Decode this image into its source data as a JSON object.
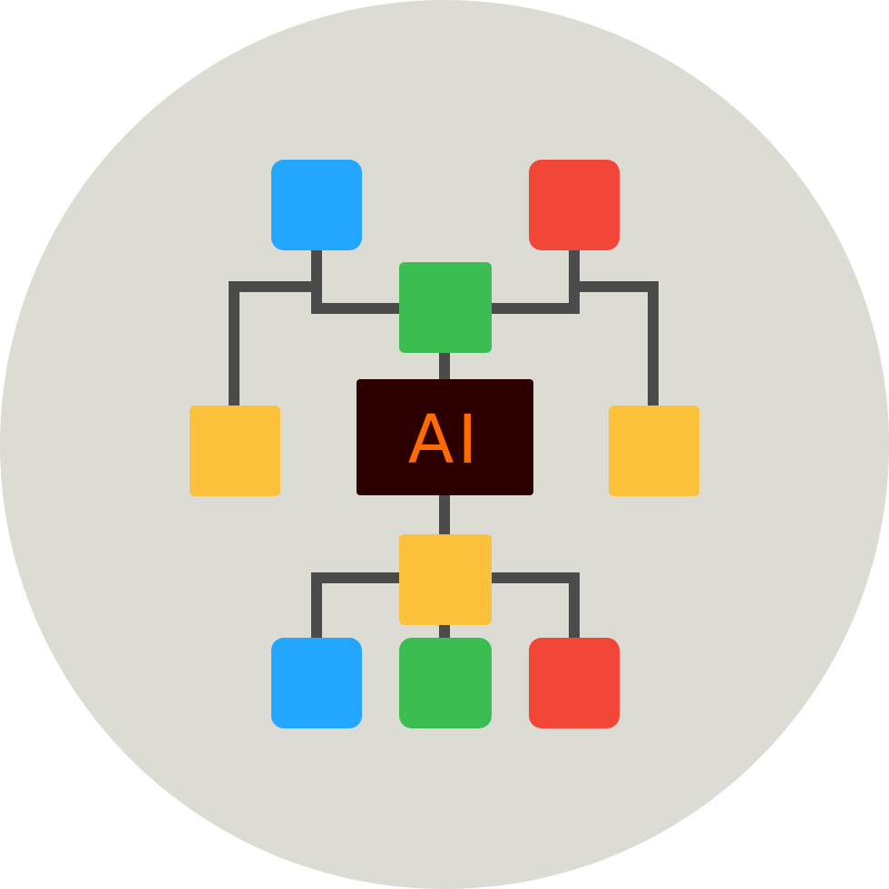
{
  "icon": {
    "name": "ai-network-diagram-icon",
    "center_label": "AI",
    "colors": {
      "background_circle": "#dcdcd5",
      "connector": "#4b4b4b",
      "ai_box": "#2c0000",
      "ai_text": "#ff6b00",
      "blue": "#23a6ff",
      "red": "#f24738",
      "green": "#3bbd51",
      "yellow": "#fbc13a"
    },
    "nodes": [
      {
        "id": "top-left",
        "color": "blue"
      },
      {
        "id": "top-right",
        "color": "red"
      },
      {
        "id": "upper-center",
        "color": "green"
      },
      {
        "id": "middle-left",
        "color": "yellow"
      },
      {
        "id": "middle-right",
        "color": "yellow"
      },
      {
        "id": "lower-center",
        "color": "yellow"
      },
      {
        "id": "bottom-left",
        "color": "blue"
      },
      {
        "id": "bottom-center",
        "color": "green"
      },
      {
        "id": "bottom-right",
        "color": "red"
      }
    ]
  }
}
